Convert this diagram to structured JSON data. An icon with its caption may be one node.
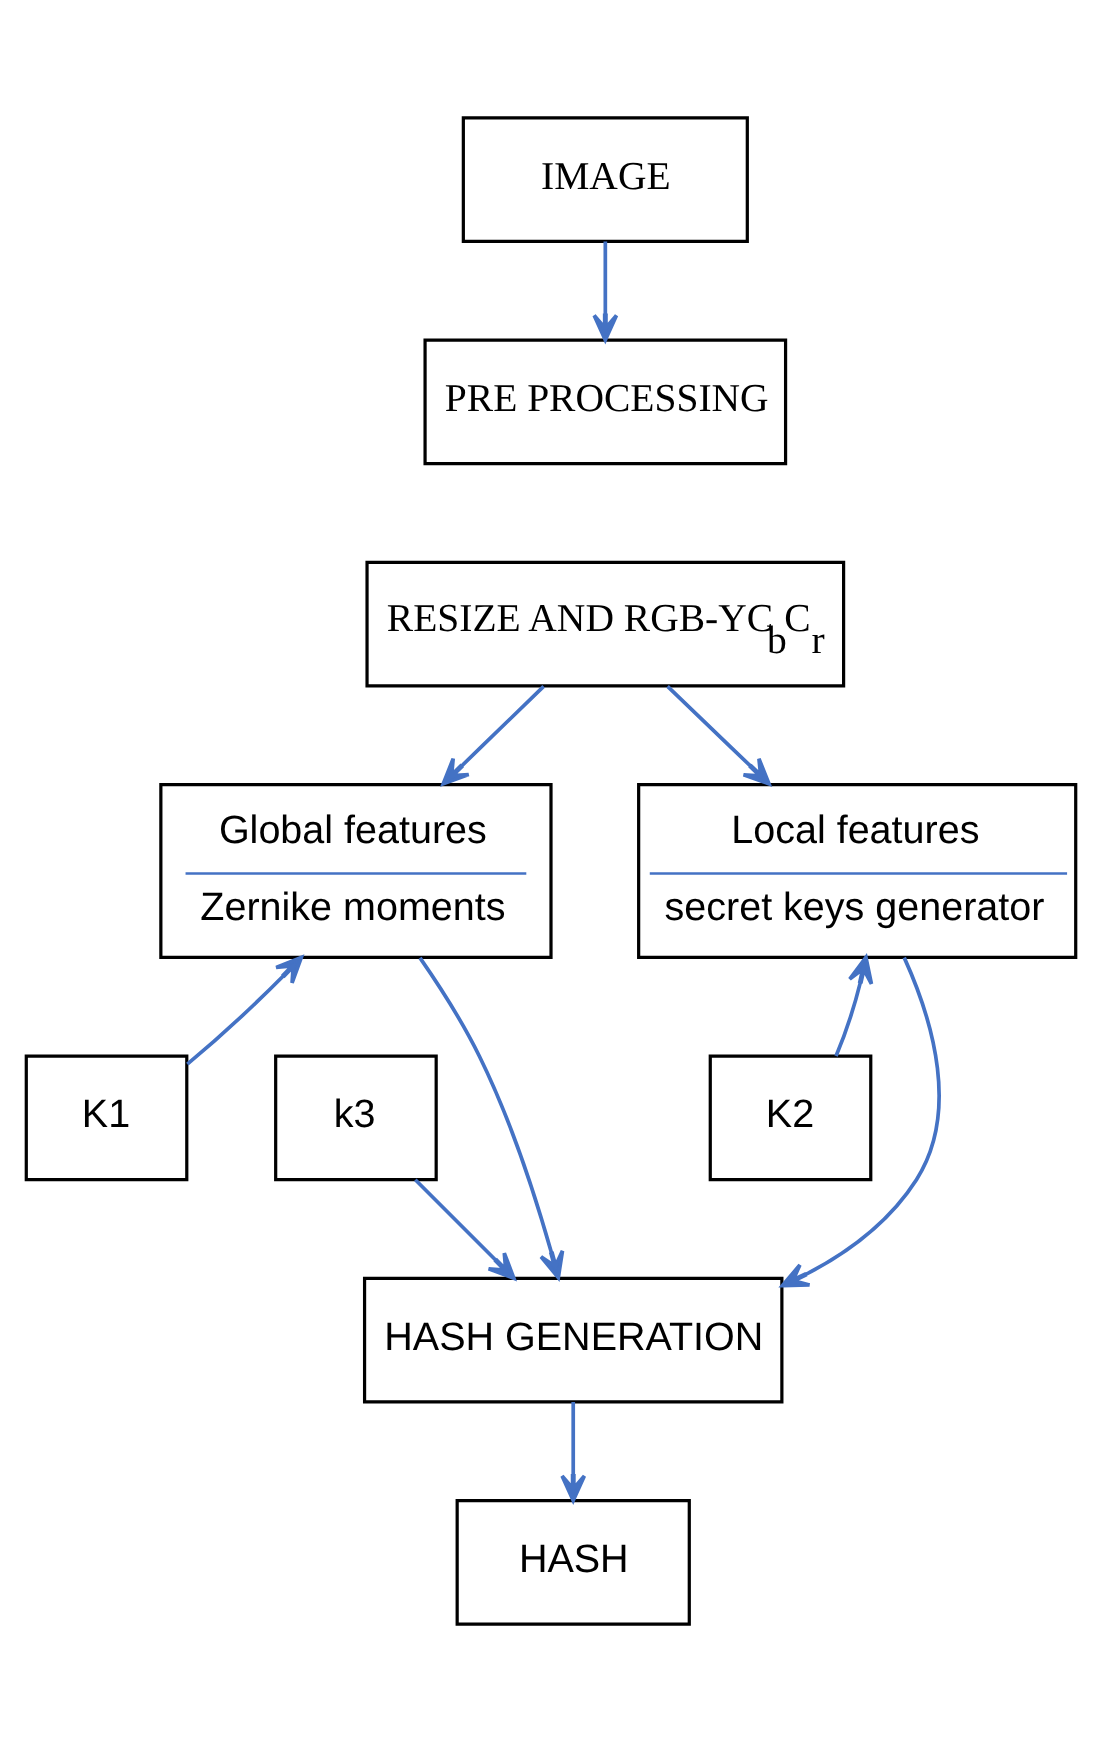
{
  "diagram": {
    "nodes": [
      {
        "text": [
          "IMAGE"
        ]
      },
      {
        "text": [
          "PRE PROCESSING"
        ]
      },
      {
        "text": [
          "RESIZE AND RGB-YC$_{b}$C$_{r}$"
        ]
      },
      {
        "text": [
          "Global features",
          "Zernike moments"
        ]
      },
      {
        "text": [
          "Local features",
          "secret keys generator"
        ]
      },
      {
        "text": [
          "K1"
        ]
      },
      {
        "text": [
          "k3"
        ]
      },
      {
        "text": [
          "K2"
        ]
      },
      {
        "text": [
          "HASH GENERATION"
        ]
      },
      {
        "text": [
          "HASH"
        ]
      }
    ],
    "edges": [
      {
        "from": 0,
        "to": 1,
        "arrow": "to"
      },
      {
        "from": 2,
        "to": 3,
        "arrow": "to"
      },
      {
        "from": 2,
        "to": 4,
        "arrow": "to"
      },
      {
        "from": 5,
        "to": 3,
        "arrow": "to"
      },
      {
        "from": 7,
        "to": 4,
        "arrow": "to"
      },
      {
        "from": 3,
        "to": 8,
        "arrow": "to"
      },
      {
        "from": 6,
        "to": 8,
        "arrow": "to"
      },
      {
        "from": 4,
        "to": 8,
        "arrow": "to"
      },
      {
        "from": 8,
        "to": 9,
        "arrow": "to"
      }
    ]
  }
}
